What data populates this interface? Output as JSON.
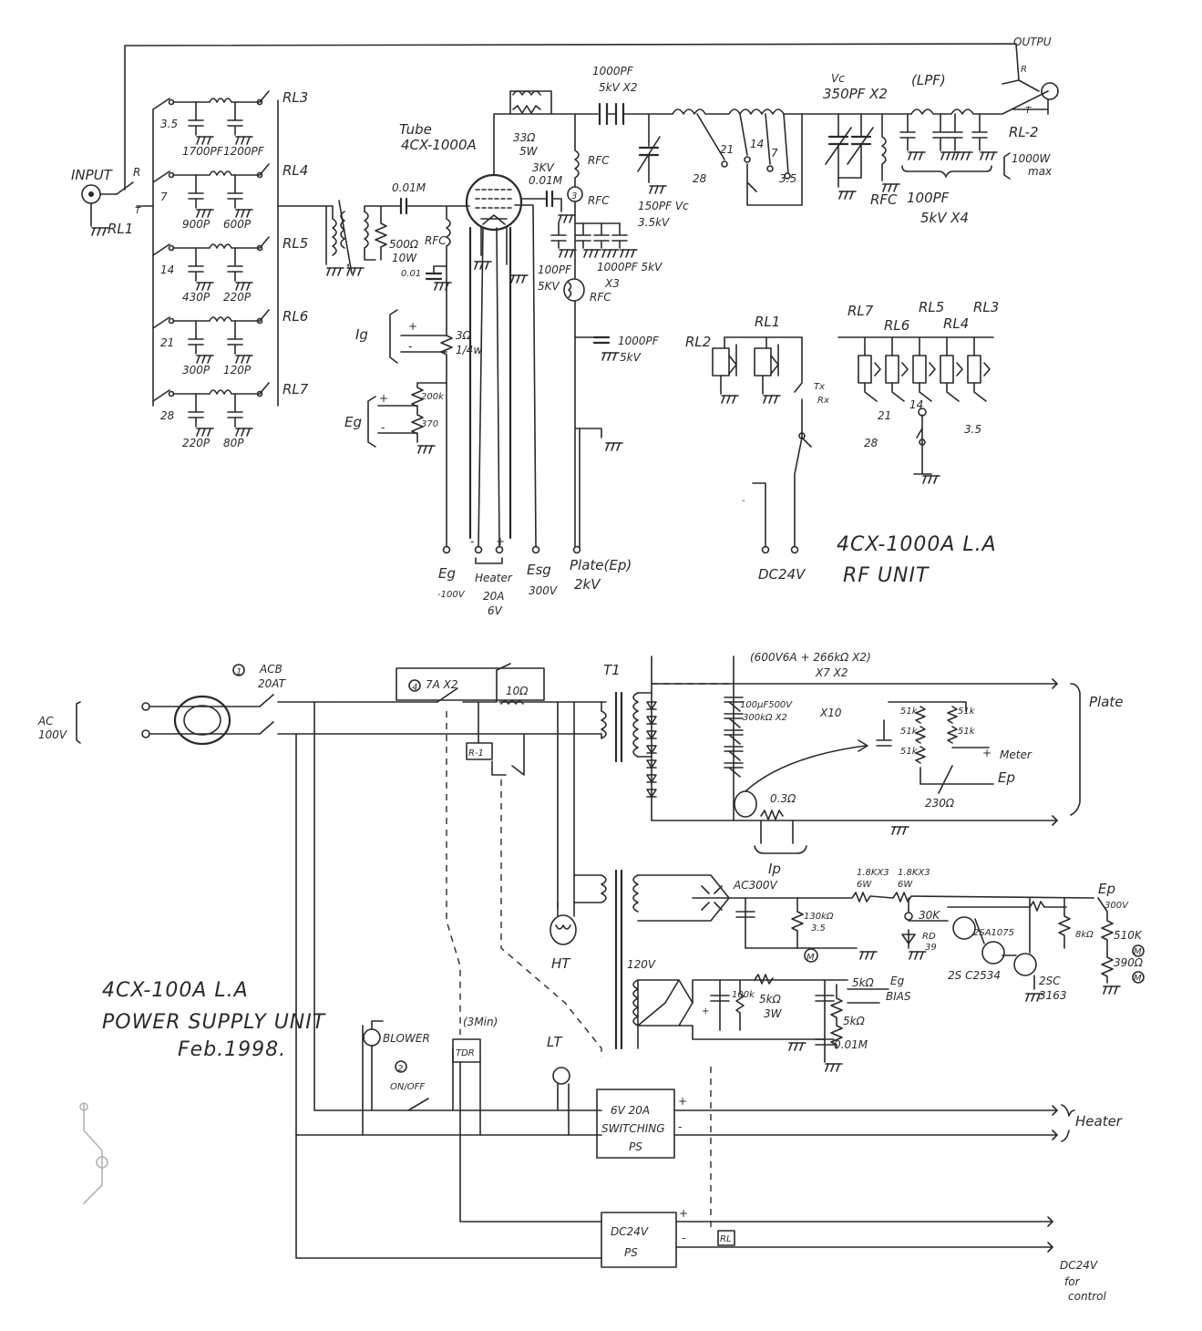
{
  "rf_unit": {
    "title_line1": "4CX-1000A L.A",
    "title_line2": "RF UNIT",
    "input": {
      "label": "INPUT",
      "relay": "RL1",
      "r": "R",
      "t": "T"
    },
    "output": {
      "label": "OUTPU",
      "relay": "RL-2",
      "r": "R",
      "t": "T",
      "rating": "1000W",
      "rating2": "max"
    },
    "bands": [
      {
        "band": "3.5",
        "relay": "RL3",
        "c1": "1700PF",
        "c2": "1200PF"
      },
      {
        "band": "7",
        "relay": "RL4",
        "c1": "900P",
        "c2": "600P"
      },
      {
        "band": "14",
        "relay": "RL5",
        "c1": "430P",
        "c2": "220P"
      },
      {
        "band": "21",
        "relay": "RL6",
        "c1": "300P",
        "c2": "120P"
      },
      {
        "band": "28",
        "relay": "RL7",
        "c1": "220P",
        "c2": "80P"
      }
    ],
    "tube_label": "Tube",
    "tube_type": "4CX-1000A",
    "grid_cap": "0.01M",
    "grid_res": "500Ω",
    "grid_res2": "10W",
    "grid_rfc": "RFC",
    "grid_bypass": "0.01",
    "ig_label": "Ig",
    "ig_shunt": "3Ω",
    "ig_shunt2": "1/4w",
    "plus": "+",
    "minus": "-",
    "eg_label": "Eg",
    "eg_r1": "200k",
    "eg_r2": "370",
    "suppressor_r": "33Ω",
    "suppressor_w": "5W",
    "screen_cap1": "3KV",
    "screen_cap2": "0.01M",
    "coupling_cap": "1000PF",
    "coupling_cap2": "5kV X2",
    "plate_rfc": "RFC",
    "rfc_num": "3",
    "rfc2": "RFC",
    "rfc3": "RFC",
    "screen_bypass_a": "100PF",
    "screen_bypass_b": "5KV",
    "screen_bypass_c": "1000PF 5kV",
    "screen_bypass_d": "X3",
    "plate_bypass_a": "1000PF",
    "plate_bypass_b": "5kV",
    "tune_cap": "150PF Vc",
    "tune_cap2": "3.5kV",
    "tap_bands": [
      "21",
      "14",
      "7",
      "28",
      "3.5"
    ],
    "load_cap_a": "Vc",
    "load_cap_b": "350PF X2",
    "out_rfc": "RFC",
    "lpf_label": "(LPF)",
    "lpf_cap_a": "100PF",
    "lpf_cap_b": "5kV X4",
    "ctrl_relays": [
      "RL2",
      "RL1"
    ],
    "tx_label": "Tx",
    "rx_label": "Rx",
    "sel_relays": [
      "RL7",
      "RL6",
      "RL5",
      "RL4",
      "RL3"
    ],
    "sel_bands": [
      "21",
      "14",
      "3.5",
      "28"
    ],
    "dc24_label": "DC24V",
    "terminals": [
      {
        "name": "Eg",
        "value": "-100V"
      },
      {
        "name": "Heater",
        "value": "20A",
        "value2": "6V"
      },
      {
        "name": "Esg",
        "value": "300V"
      },
      {
        "name": "Plate(Ep)",
        "value": "2kV"
      }
    ]
  },
  "psu": {
    "title_line1": "4CX-100A L.A",
    "title_line2": "POWER SUPPLY UNIT",
    "date": "Feb.1998.",
    "ac_in": "AC",
    "ac_in2": "100V",
    "acb_num": "1",
    "acb": "ACB",
    "acb2": "20AT",
    "fuse": "7A X2",
    "fuse_num": "4",
    "res10": "10Ω",
    "r1": "R-1",
    "t1": "T1",
    "diodes": "(600V6A + 266kΩ X2)",
    "diodes2": "X7 X2",
    "caps": "100μF500V",
    "caps2": "300kΩ X2",
    "caps3": "X10",
    "plate_out": "Plate",
    "meter_r": [
      "51k",
      "51k",
      "51k",
      "51k",
      "51k"
    ],
    "meter_label": "Meter",
    "ep_label": "Ep",
    "res_230": "230Ω",
    "shunt": "0.3Ω",
    "ip_label": "Ip",
    "ht_label": "HT",
    "ac_300": "AC300V",
    "r_180k": "130kΩ",
    "r_180k2": "3.5",
    "m_label": "M",
    "r_18k_a": "1.8KX3",
    "r_18k_b": "1.8KX3",
    "r_18k_c": "6W",
    "r_18k_d": "6W",
    "r_30k": "30K",
    "zener": "RD",
    "zener2": "39",
    "q1": "2SA1075",
    "q2": "2S C2534",
    "q3": "2SC",
    "q3b": "3163",
    "r_8k": "8kΩ",
    "r_510k": "510K",
    "r_390": "390Ω",
    "ep_out": "Ep",
    "ep_out2": "300V",
    "ac_120": "120V",
    "r_100k": "100k",
    "r_5k": "5kΩ",
    "r_5k2": "3W",
    "r_5k_pot": "5kΩ",
    "r_5k_b": "5kΩ",
    "bias_label": "Eg",
    "bias_label2": "BIAS",
    "cap_001": "0.01M",
    "blower": "BLOWER",
    "onoff_num": "2",
    "onoff": "ON/OFF",
    "tdr": "TDR",
    "tdr_time": "(3Min)",
    "lt_label": "LT",
    "sps_a": "6V 20A",
    "sps_b": "SWITCHING",
    "sps_c": "PS",
    "heater_out": "Heater",
    "dc_a": "DC24V",
    "dc_b": "PS",
    "dc_rl": "RL",
    "dc_out": "DC24V",
    "dc_out2": "for",
    "dc_out3": "control"
  }
}
